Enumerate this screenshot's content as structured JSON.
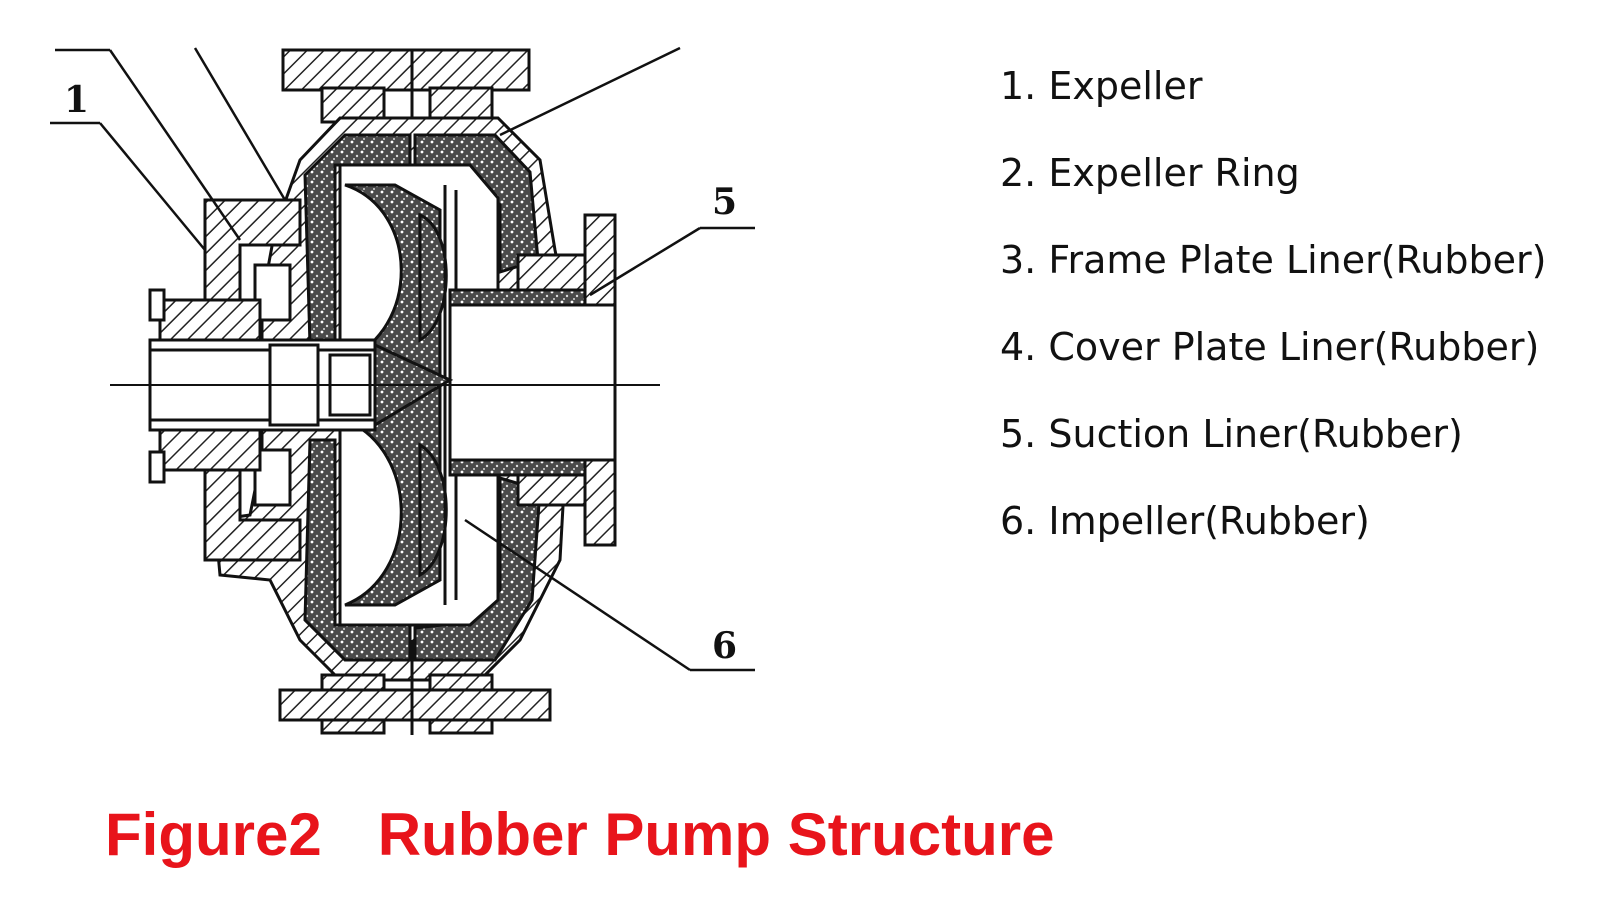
{
  "callouts": [
    "1",
    "5",
    "6"
  ],
  "legend": [
    {
      "num": "1.",
      "text": "Expeller"
    },
    {
      "num": "2.",
      "text": "Expeller Ring"
    },
    {
      "num": "3.",
      "text": "Frame Plate Liner(Rubber)"
    },
    {
      "num": "4.",
      "text": "Cover Plate Liner(Rubber)"
    },
    {
      "num": "5.",
      "text": "Suction Liner(Rubber)"
    },
    {
      "num": "6.",
      "text": "Impeller(Rubber)"
    }
  ],
  "caption": {
    "figure": "Figure2",
    "title": "Rubber Pump Structure"
  },
  "colors": {
    "caption": "#e8141b",
    "ink": "#111111"
  }
}
